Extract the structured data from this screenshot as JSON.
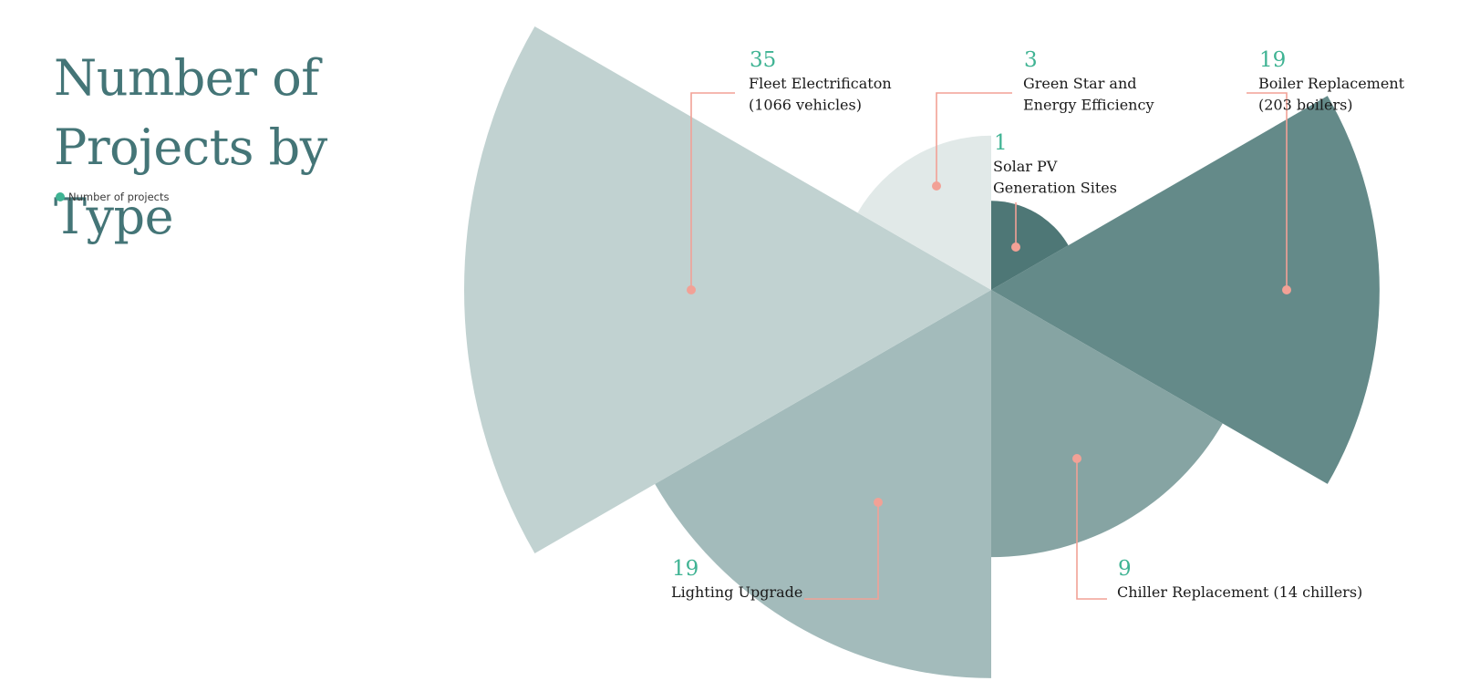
{
  "title": "Number of\nProjects by Type",
  "legend": {
    "label": "Number of projects",
    "color": "#3fb393"
  },
  "colors": {
    "title": "#447577",
    "value_text": "#3fb393",
    "callout": "#f2a196"
  },
  "chart_data": {
    "type": "pie",
    "variant": "polar-area",
    "title": "Number of\nProjects by Type",
    "legend": [
      "Number of projects"
    ],
    "legend_placement": "top-left",
    "series": [
      {
        "name": "Number of projects",
        "points": [
          {
            "value": 19,
            "label": "Boiler Replacement\n(203 boilers)",
            "color": "#648a89"
          },
          {
            "value": 9,
            "label": "Chiller Replacement (14 chillers)",
            "color": "#86a4a3"
          },
          {
            "value": 19,
            "label": "Lighting Upgrade",
            "color": "#a3bbbb"
          },
          {
            "value": 35,
            "label": "Fleet Electrificaton\n(1066 vehicles)",
            "color": "#c1d2d1"
          },
          {
            "value": 3,
            "label": "Green Star and\nEnergy Efficiency",
            "color": "#e1e9e8"
          },
          {
            "value": 1,
            "label": "Solar PV\nGeneration Sites",
            "color": "#4e7776"
          }
        ]
      }
    ]
  }
}
